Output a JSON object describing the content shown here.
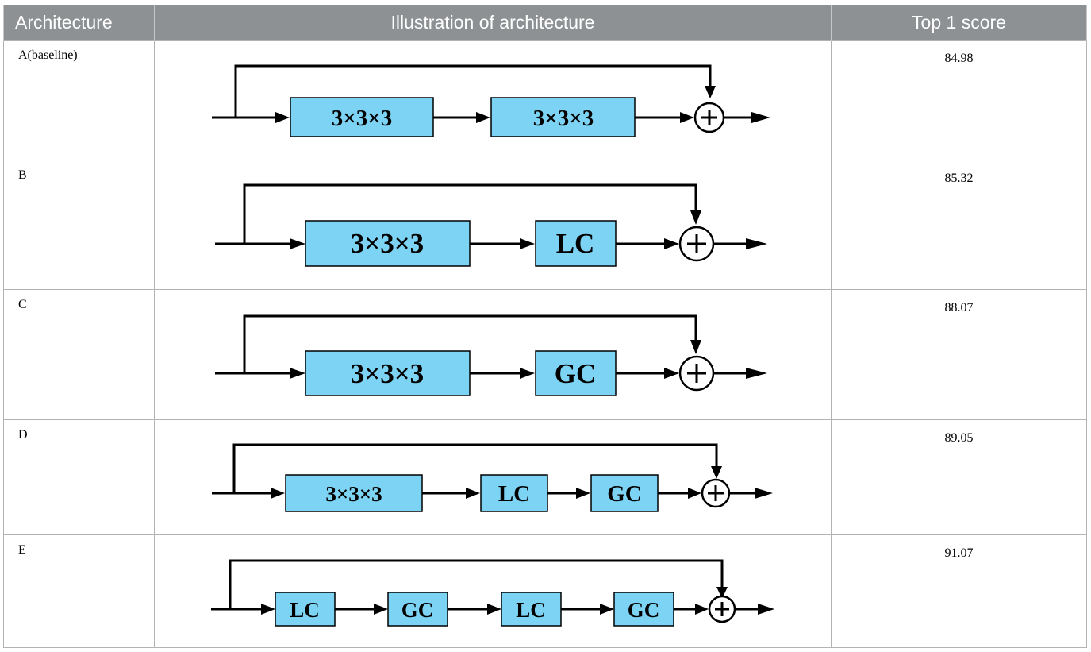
{
  "table": {
    "headers": [
      "Architecture",
      "Illustration of architecture",
      "Top 1 score"
    ],
    "rows": [
      {
        "name": "A(baseline)",
        "score": "84.98",
        "blocks": [
          "3×3×3",
          "3×3×3"
        ]
      },
      {
        "name": "B",
        "score": "85.32",
        "blocks": [
          "3×3×3",
          "LC"
        ]
      },
      {
        "name": "C",
        "score": "88.07",
        "blocks": [
          "3×3×3",
          "GC"
        ]
      },
      {
        "name": "D",
        "score": "89.05",
        "blocks": [
          "3×3×3",
          "LC",
          "GC"
        ]
      },
      {
        "name": "E",
        "score": "91.07",
        "blocks": [
          "LC",
          "GC",
          "LC",
          "GC"
        ]
      }
    ]
  },
  "colors": {
    "header_bg": "#8d9193",
    "header_text": "#ffffff",
    "block_fill": "#7dd3f3",
    "border": "#b3b3b3"
  }
}
